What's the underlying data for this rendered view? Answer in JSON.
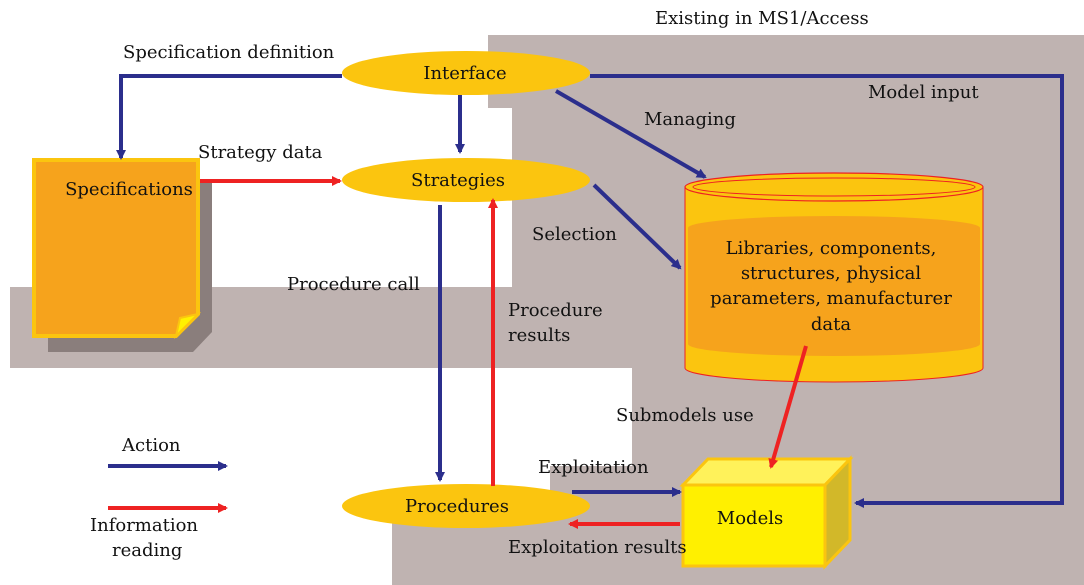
{
  "region": {
    "existing_label": "Existing in MS1/Access"
  },
  "nodes": {
    "interface": "Interface",
    "strategies": "Strategies",
    "procedures": "Procedures",
    "specifications": "Specifications",
    "models": "Models",
    "database_lines": [
      "Libraries, components,",
      "structures, physical",
      "parameters, manufacturer",
      "data"
    ]
  },
  "edges": {
    "specification_definition": "Specification definition",
    "model_input": "Model input",
    "managing": "Managing",
    "strategy_data": "Strategy data",
    "selection": "Selection",
    "procedure_call": "Procedure call",
    "procedure_results_lines": [
      "Procedure",
      "results"
    ],
    "submodels_use": "Submodels use",
    "exploitation": "Exploitation",
    "exploitation_results": "Exploitation results"
  },
  "legend": {
    "action": "Action",
    "information_reading_lines": [
      "Information",
      "reading"
    ]
  },
  "colors": {
    "action_arrow": "#2b2e8c",
    "information_arrow": "#ee2222",
    "region_fill": "#bfb3b1",
    "ellipse_fill": "#fbc50f",
    "specifications_fill": "#f6a31c",
    "models_fill": "#fff000"
  }
}
